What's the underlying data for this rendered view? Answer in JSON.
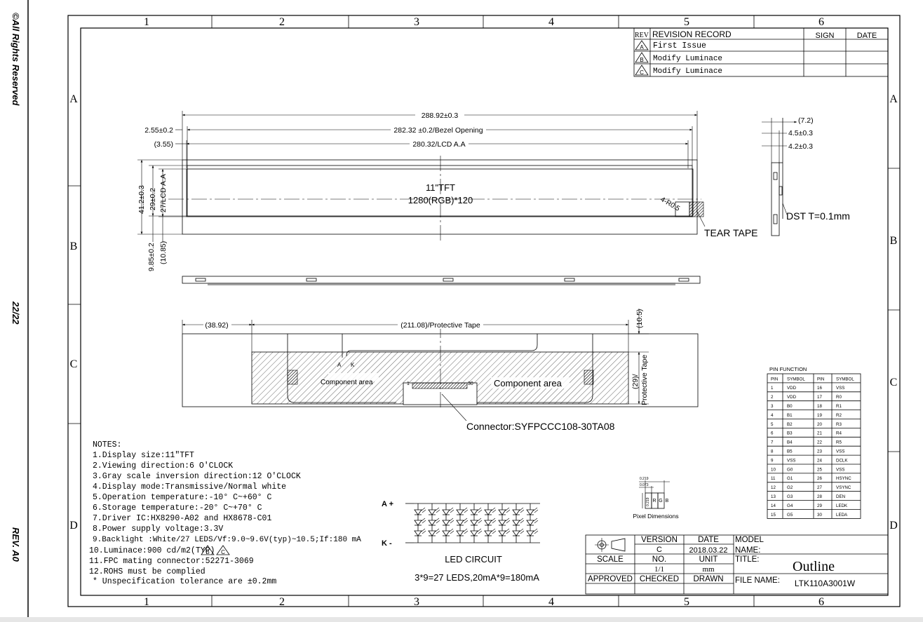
{
  "side": {
    "copyright": "©All Rights Reserved",
    "page": "22/22",
    "rev": "REV. A0"
  },
  "grid": {
    "cols": [
      "1",
      "2",
      "3",
      "4",
      "5",
      "6"
    ],
    "rows": [
      "A",
      "B",
      "C",
      "D"
    ]
  },
  "revision": {
    "h_rev": "REV",
    "h_record": "REVISION RECORD",
    "h_sign": "SIGN",
    "h_date": "DATE",
    "rows": [
      {
        "mark": "A",
        "text": "First Issue"
      },
      {
        "mark": "B",
        "text": "Modify Luminace"
      },
      {
        "mark": "C",
        "text": "Modify Luminace"
      }
    ]
  },
  "front": {
    "w_total": "288.92±0.3",
    "left_off": "2.55±0.2",
    "bezel": "282.32 ±0.2/Bezel Opening",
    "aa_off": "(3.55)",
    "aa": "280.32/LCD A.A",
    "h_total": "41.2±0.3",
    "h_29": "29±0.2",
    "h_aa": "27/LCD A.A",
    "b_off": "9.85±0.2",
    "b_off2": "(10.85)",
    "title1": "11\"TFT",
    "title2": "1280(RGB)*120",
    "radius": "4-R0.5",
    "tear": "TEAR TAPE"
  },
  "side_view": {
    "d1": "(7.2)",
    "d2": "4.5±0.3",
    "d3": "4.2±0.3",
    "dst": "DST T=0.1mm"
  },
  "back": {
    "left_off": "(38.92)",
    "tape_w": "(211.08)/Protective Tape",
    "top_off": "(10.5)",
    "tape_h": "(29)/",
    "tape_h2": "Protective Tape",
    "comp_left": "Component area",
    "comp_right": "Component area",
    "led_a": "A",
    "led_k": "K",
    "pin1": "1",
    "pin30": "30",
    "connector": "Connector:SYFPCCC108-30TA08"
  },
  "notes": {
    "title": "NOTES:",
    "lines": [
      "1.Display size:11\"TFT",
      "2.Viewing direction:6 O'CLOCK",
      "3.Gray scale inversion direction:12 O'CLOCK",
      "4.Display mode:Transmissive/Normal white",
      "5.Operation temperature:-10° C~+60° C",
      "6.Storage temperature:-20° C~+70° C",
      "7.Driver IC:HX8290-A02 and HX8678-C01",
      "8.Power supply voltage:3.3V",
      "9.Backlight :White/27 LEDS/Vf:9.0~9.6V(typ)~10.5;If:180 mA",
      "10.Luminace:900 cd/m2(TYP)",
      "11.FPC mating connector:52271-3069",
      "12.ROHS must be complied",
      "* Unspecification tolerance are ±0.2mm"
    ],
    "lum_marks": [
      "B",
      "C"
    ]
  },
  "led": {
    "a": "A +",
    "k": "K -",
    "title": "LED CIRCUIT",
    "sub": "3*9=27 LEDS,20mA*9=180mA"
  },
  "pixel": {
    "d1": "0.219",
    "d2": "0.073",
    "d3": "0.219",
    "r": "R",
    "g": "G",
    "b": "B",
    "caption": "Pixel Dimensions"
  },
  "pins": {
    "title": "PIN FUNCTION",
    "headers": [
      "PIN",
      "SYMBOL",
      "PIN",
      "SYMBOL"
    ],
    "rows": [
      [
        "1",
        "VDD",
        "16",
        "VSS"
      ],
      [
        "2",
        "VDD",
        "17",
        "R0"
      ],
      [
        "3",
        "B0",
        "18",
        "R1"
      ],
      [
        "4",
        "B1",
        "19",
        "R2"
      ],
      [
        "5",
        "B2",
        "20",
        "R3"
      ],
      [
        "6",
        "B3",
        "21",
        "R4"
      ],
      [
        "7",
        "B4",
        "22",
        "R5"
      ],
      [
        "8",
        "B5",
        "23",
        "VSS"
      ],
      [
        "9",
        "VSS",
        "24",
        "DCLK"
      ],
      [
        "10",
        "G0",
        "25",
        "VSS"
      ],
      [
        "11",
        "G1",
        "26",
        "HSYNC"
      ],
      [
        "12",
        "G2",
        "27",
        "VSYNC"
      ],
      [
        "13",
        "G3",
        "28",
        "DEN"
      ],
      [
        "14",
        "G4",
        "29",
        "LEDK"
      ],
      [
        "15",
        "G5",
        "30",
        "LEDA"
      ]
    ]
  },
  "titleblock": {
    "version": "VERSION",
    "date": "DATE",
    "model": "MODEL",
    "name": "NAME:",
    "version_v": "C",
    "date_v": "2018.03.22",
    "scale": "SCALE",
    "no": "NO.",
    "unit": "UNIT",
    "title": "TITLE:",
    "no_v": "1/1",
    "unit_v": "mm",
    "title_v": "Outline",
    "approved": "APPROVED",
    "checked": "CHECKED",
    "drawn": "DRAWN",
    "file": "FILE NAME:",
    "file_v": "LTK110A3001W"
  }
}
